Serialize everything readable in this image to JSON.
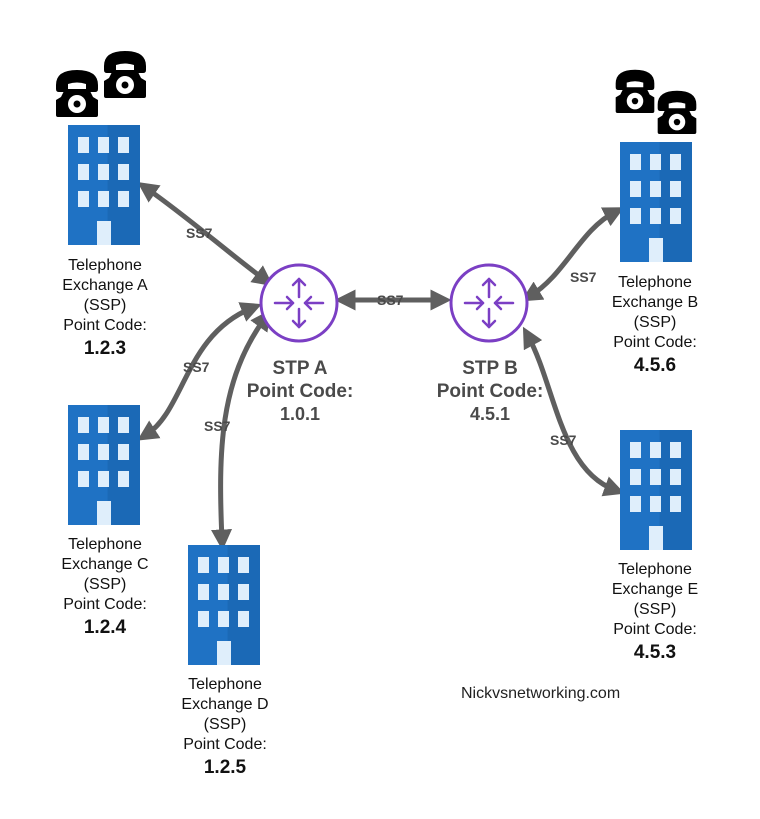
{
  "exchanges": [
    {
      "id": "a",
      "lines": [
        "Telephone",
        "Exchange A",
        "(SSP)",
        "Point Code:"
      ],
      "code": "1.2.3",
      "phones": 2
    },
    {
      "id": "b",
      "lines": [
        "Telephone",
        "Exchange B",
        "(SSP)",
        "Point Code:"
      ],
      "code": "4.5.6",
      "phones": 2
    },
    {
      "id": "c",
      "lines": [
        "Telephone",
        "Exchange C",
        "(SSP)",
        "Point Code:"
      ],
      "code": "1.2.4",
      "phones": 0
    },
    {
      "id": "d",
      "lines": [
        "Telephone",
        "Exchange D",
        "(SSP)",
        "Point Code:"
      ],
      "code": "1.2.5",
      "phones": 0
    },
    {
      "id": "e",
      "lines": [
        "Telephone",
        "Exchange E",
        "(SSP)",
        "Point Code:"
      ],
      "code": "4.5.3",
      "phones": 0
    }
  ],
  "stps": [
    {
      "id": "a",
      "name": "STP A",
      "pc_label": "Point Code:",
      "code": "1.0.1"
    },
    {
      "id": "b",
      "name": "STP B",
      "pc_label": "Point Code:",
      "code": "4.5.1"
    }
  ],
  "links": [
    {
      "from": "exchange-a",
      "to": "stp-a",
      "label": "SS7"
    },
    {
      "from": "stp-a",
      "to": "stp-b",
      "label": "SS7"
    },
    {
      "from": "stp-b",
      "to": "exchange-b",
      "label": "SS7"
    },
    {
      "from": "exchange-c",
      "to": "stp-a",
      "label": "SS7"
    },
    {
      "from": "stp-a",
      "to": "exchange-d",
      "label": "SS7"
    },
    {
      "from": "stp-b",
      "to": "exchange-e",
      "label": "SS7"
    }
  ],
  "credit": "Nickvsnetworking.com",
  "colors": {
    "building": "#1f72c4",
    "building_dark": "#155a9e",
    "window": "#dfeefb",
    "stp": "#7b3fc4",
    "arrow": "#5f5f5f",
    "phone": "#000000"
  },
  "icons": {
    "building": "office-building-icon",
    "stp": "router-icon",
    "phone": "telephone-icon"
  }
}
